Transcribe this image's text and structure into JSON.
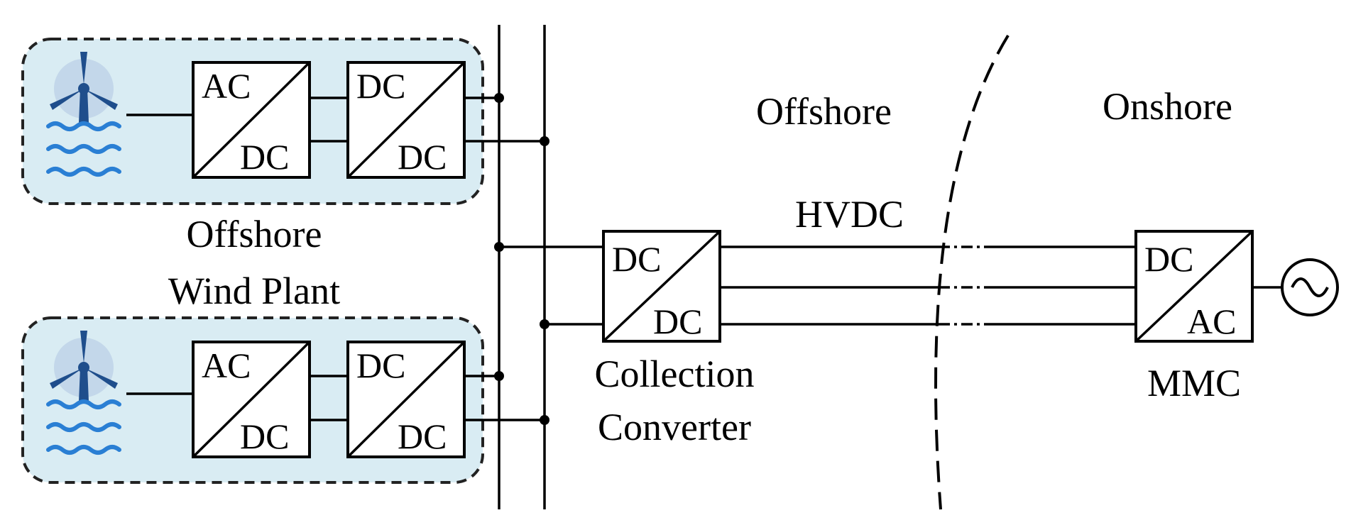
{
  "labels": {
    "offshore": "Offshore",
    "onshore": "Onshore",
    "hvdc": "HVDC",
    "wind_plant_line1": "Offshore",
    "wind_plant_line2": "Wind Plant",
    "collection_line1": "Collection",
    "collection_line2": "Converter",
    "mmc": "MMC"
  },
  "converters": {
    "plant1_acdc": {
      "top": "AC",
      "bottom": "DC"
    },
    "plant1_dcdc": {
      "top": "DC",
      "bottom": "DC"
    },
    "plant2_acdc": {
      "top": "AC",
      "bottom": "DC"
    },
    "plant2_dcdc": {
      "top": "DC",
      "bottom": "DC"
    },
    "collection": {
      "top": "DC",
      "bottom": "DC"
    },
    "mmc": {
      "top": "DC",
      "bottom": "AC"
    }
  },
  "icons": {
    "turbine": "wind-turbine-icon",
    "waves": "waves-icon",
    "ac_source": "ac-source-icon"
  },
  "colors": {
    "plant_fill": "#d9ecf3",
    "turbine_blue": "#1f4e8c",
    "wave_blue": "#2a7fd4"
  }
}
